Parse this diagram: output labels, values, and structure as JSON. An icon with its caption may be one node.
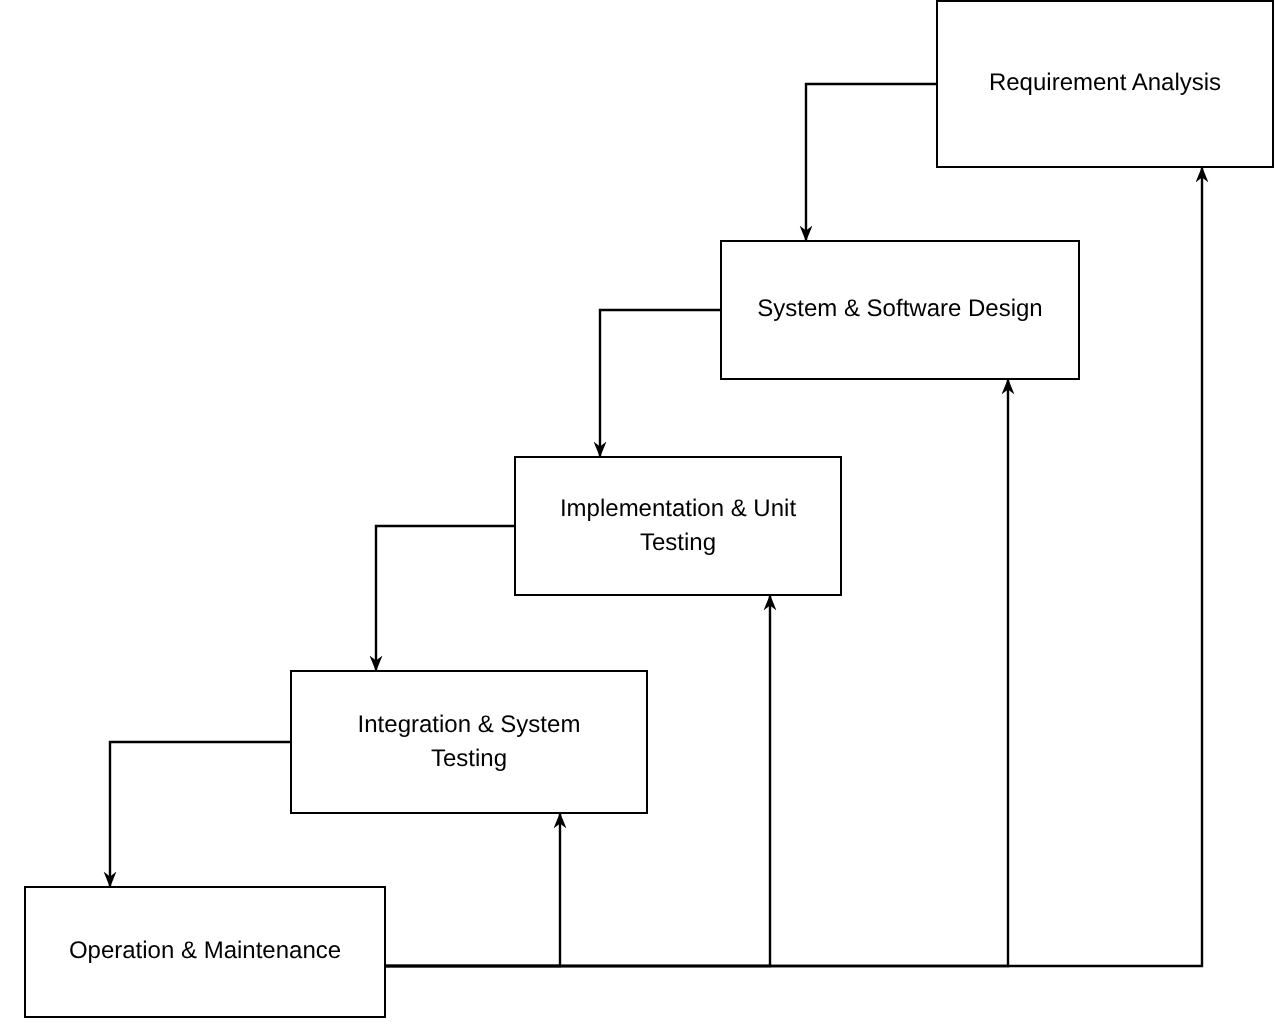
{
  "diagram": {
    "nodes": [
      {
        "text": [
          "Requirement Analysis"
        ]
      },
      {
        "text": [
          "System & Software Design"
        ]
      },
      {
        "text": [
          "Implementation & Unit Testing"
        ]
      },
      {
        "text": [
          "Integration & System Testing"
        ]
      },
      {
        "text": [
          "Operation & Maintenance"
        ]
      }
    ],
    "edges": [
      {
        "from": 0,
        "to": 1,
        "arrow": "to"
      },
      {
        "from": 1,
        "to": 2,
        "arrow": "to"
      },
      {
        "from": 2,
        "to": 3,
        "arrow": "to"
      },
      {
        "from": 3,
        "to": 4,
        "arrow": "to"
      },
      {
        "from": 4,
        "to": 3,
        "arrow": "to"
      },
      {
        "from": 4,
        "to": 2,
        "arrow": "to"
      },
      {
        "from": 4,
        "to": 1,
        "arrow": "to"
      },
      {
        "from": 4,
        "to": 0,
        "arrow": "to"
      }
    ]
  }
}
